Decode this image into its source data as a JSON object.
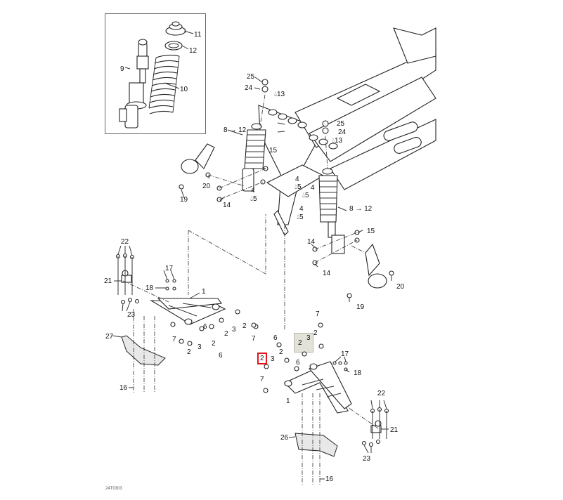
{
  "diagram": {
    "title": "Front suspension exploded parts diagram",
    "figure_code": "24T0303",
    "highlight_colors": {
      "selected_callout": "#e0141b",
      "hover_region": "#e2e2d8"
    },
    "selected_callout": "2",
    "inset": {
      "labels": [
        "9",
        "10",
        "11",
        "12"
      ]
    },
    "callouts": {
      "c9": "9",
      "c10": "10",
      "c11": "11",
      "c12": "12",
      "c25a": "25",
      "c24a": "24",
      "c13a": "13",
      "c25b": "25",
      "c24b": "24",
      "c13b": "13",
      "c8a": "8 → 12",
      "c8b": "8 → 12",
      "c15a": "15",
      "c15b": "15",
      "c20a": "20",
      "c20b": "20",
      "c19a": "19",
      "c19b": "19",
      "c14a": "14",
      "c14b": "14",
      "c14c": "14",
      "c4a": "4",
      "c4b": "4",
      "c4c": "4",
      "c4d": "4",
      "c5a": "5",
      "c5b": "5",
      "c5c": "5",
      "c5d": "5",
      "c22a": "22",
      "c22b": "22",
      "c21a": "21",
      "c21b": "21",
      "c23a": "23",
      "c23b": "23",
      "c17a": "17",
      "c17b": "17",
      "c18a": "18",
      "c18b": "18",
      "c1a": "1",
      "c1b": "1",
      "c27": "27",
      "c26": "26",
      "c16a": "16",
      "c16b": "16",
      "c7a": "7",
      "c7b": "7",
      "c7c": "7",
      "c7d": "7",
      "c6a": "6",
      "c6b": "6",
      "c6c": "6",
      "c6d": "6",
      "c3a": "3",
      "c3b": "3",
      "c3c": "3",
      "c3d": "3",
      "c2a": "2",
      "c2b": "2",
      "c2c": "2",
      "c2d": "2",
      "c2e": "2",
      "c2f": "2",
      "c2g": "2",
      "c2h": "2"
    },
    "lubricant_symbol": "oil-drop"
  }
}
